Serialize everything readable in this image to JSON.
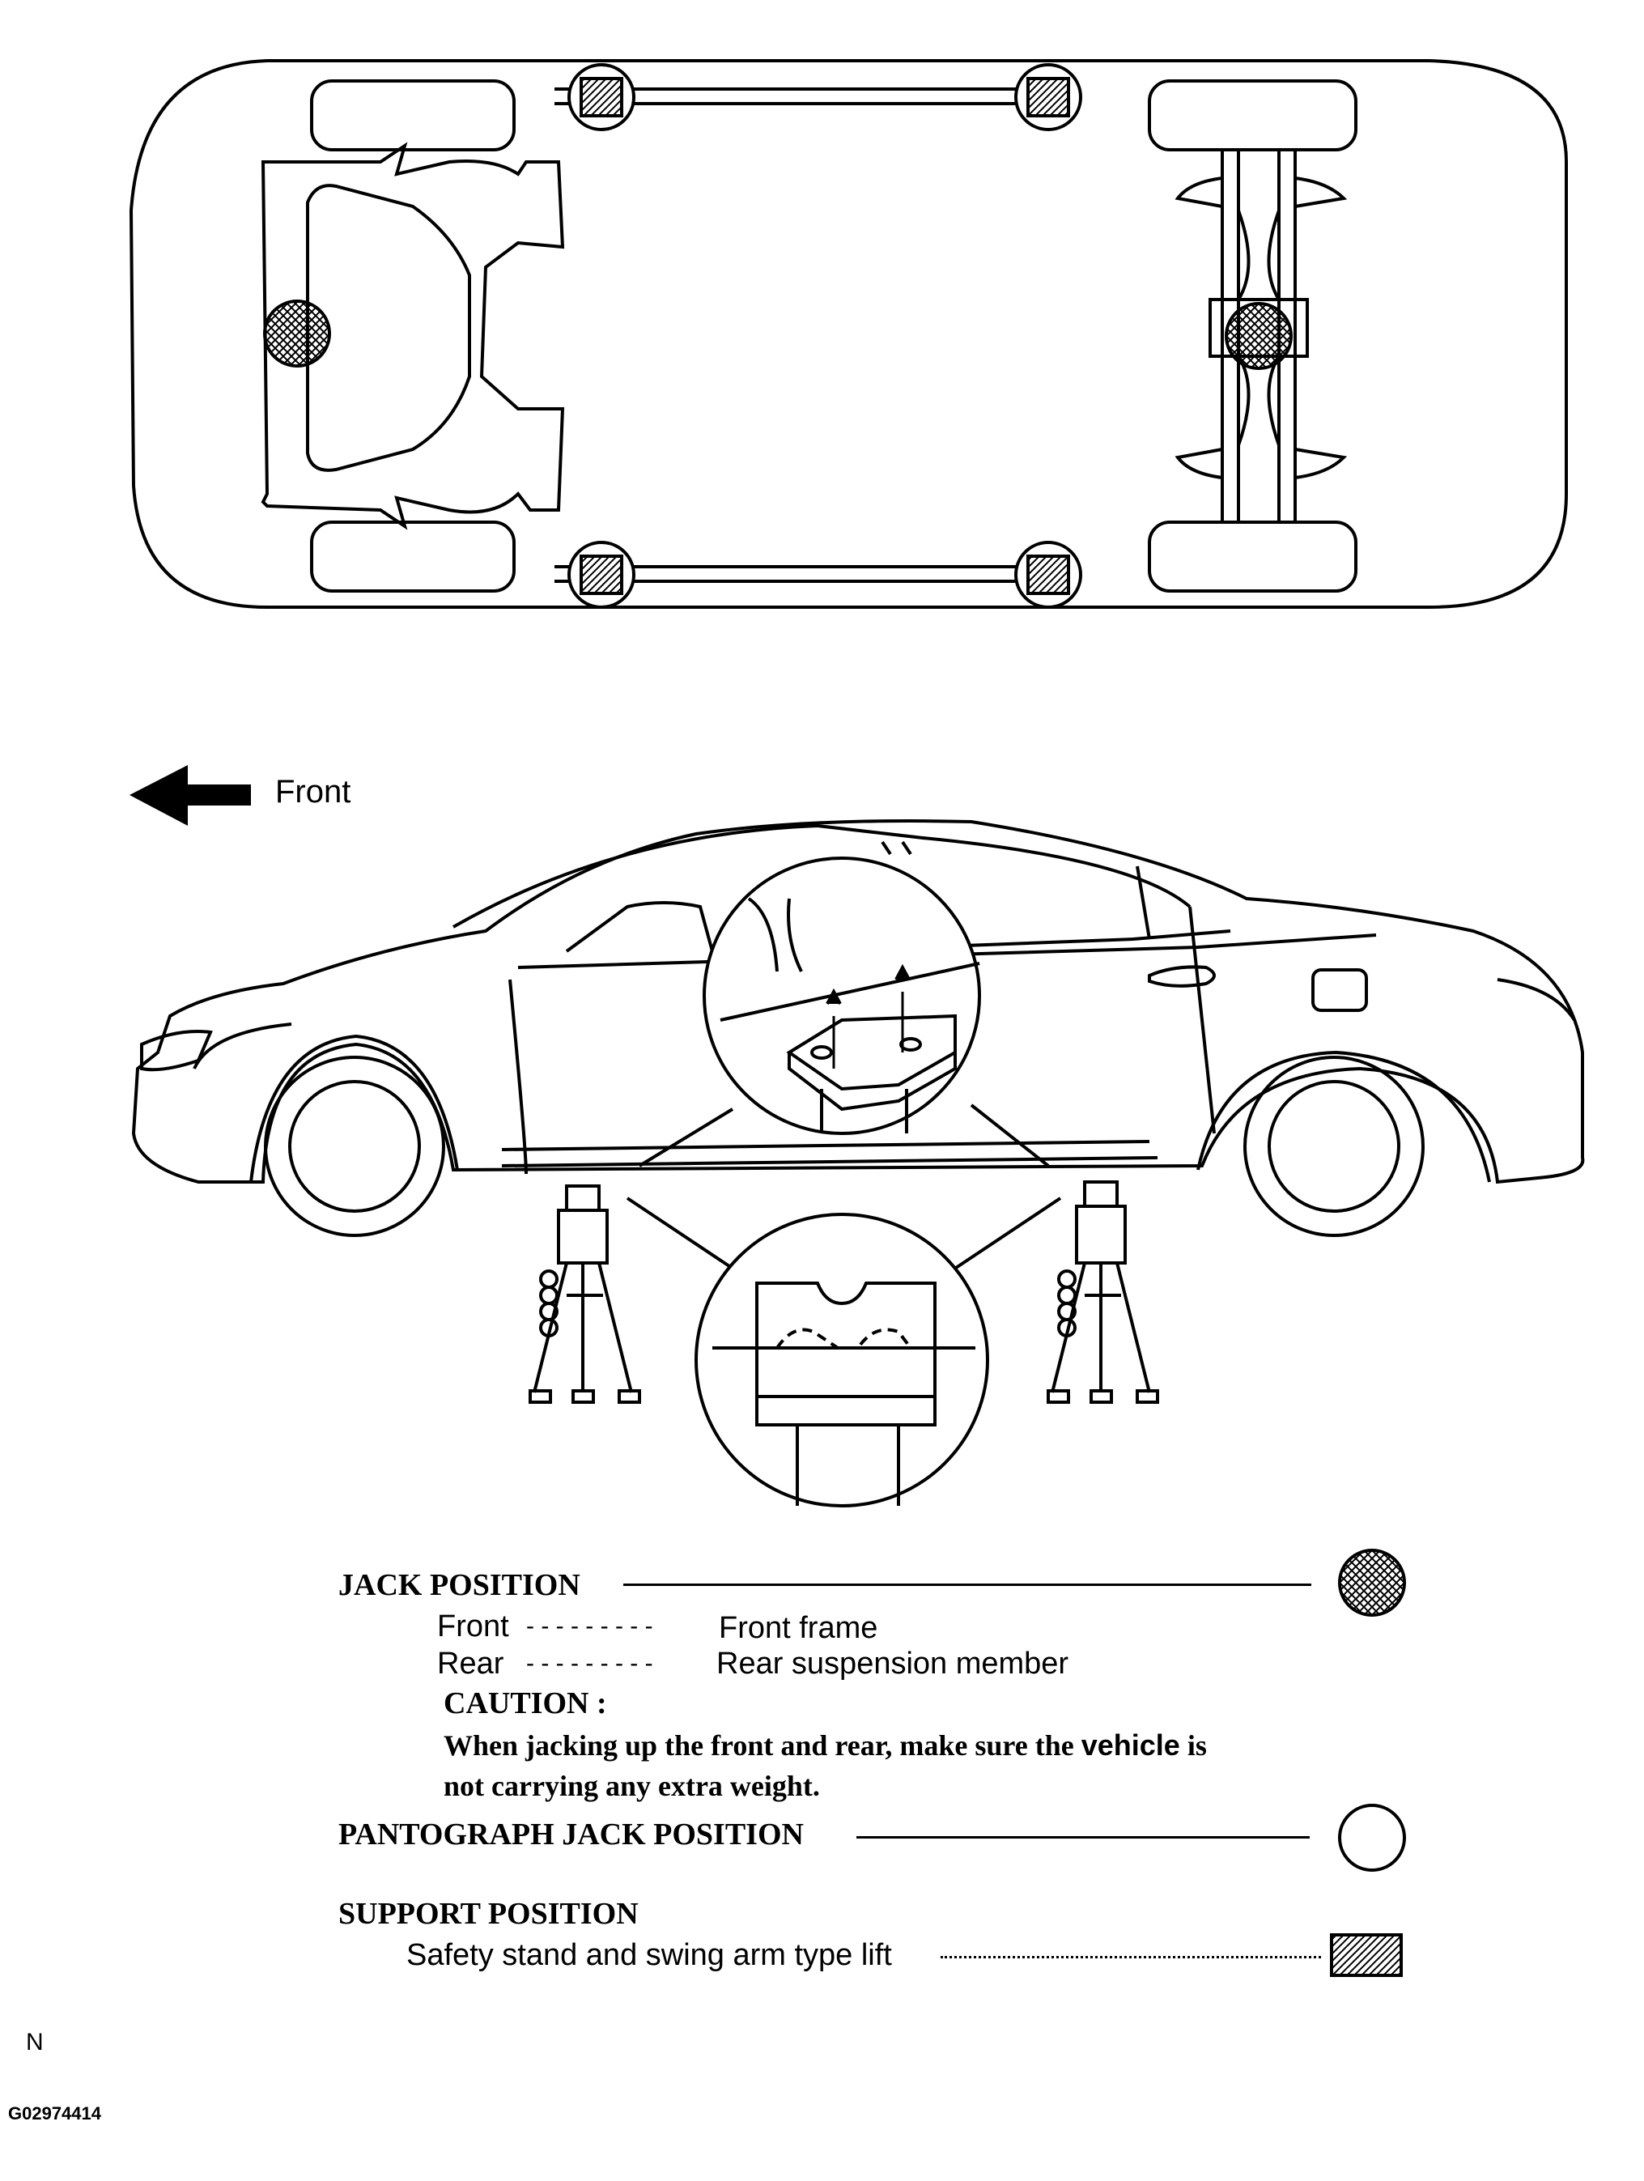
{
  "direction": {
    "label": "Front",
    "icon": "arrow-left-icon"
  },
  "legend": {
    "jack_position": {
      "title": "JACK POSITION",
      "front_label": "Front",
      "front_dashes": "- - - - - - - - -",
      "front_value": "Front frame",
      "rear_label": "Rear",
      "rear_dashes": "- - - - - - - - -",
      "rear_value": "Rear suspension member",
      "caution_title": "CAUTION :",
      "caution_line1_a": "When jacking up the front and rear, make sure the ",
      "caution_line1_b": "vehicle",
      "caution_line1_c": " is",
      "caution_line2": "not carrying any extra weight.",
      "symbol": "crosshatched-circle-icon"
    },
    "pantograph_jack_position": {
      "title": "PANTOGRAPH JACK POSITION",
      "symbol": "open-circle-icon"
    },
    "support_position": {
      "title": "SUPPORT POSITION",
      "detail": "Safety stand and swing arm type lift",
      "symbol": "hatched-square-icon"
    }
  },
  "footer": {
    "code_letter": "N",
    "figure_id": "G02974414"
  }
}
